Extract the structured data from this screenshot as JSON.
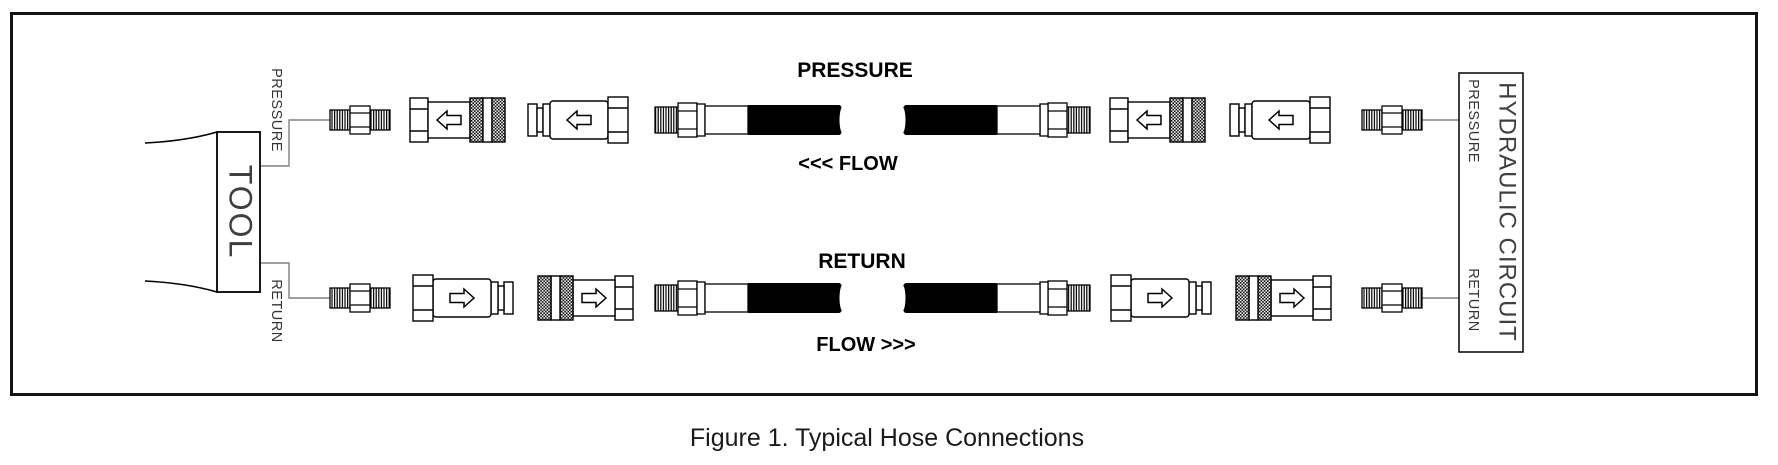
{
  "figure": {
    "caption": "Figure 1. Typical Hose Connections"
  },
  "tool": {
    "label": "TOOL",
    "pressure_port_label": "PRESSURE",
    "return_port_label": "RETURN"
  },
  "pressure_line": {
    "title": "PRESSURE",
    "flow_label": "<<< FLOW"
  },
  "return_line": {
    "title": "RETURN",
    "flow_label": "FLOW >>>"
  },
  "hydraulic_circuit": {
    "label": "HYDRAULIC CIRCUIT",
    "pressure_port_label": "PRESSURE",
    "return_port_label": "RETURN"
  },
  "colors": {
    "ink": "#000000",
    "hose": "#000000",
    "port_line": "#808080",
    "background": "#ffffff",
    "border": "#141414"
  }
}
